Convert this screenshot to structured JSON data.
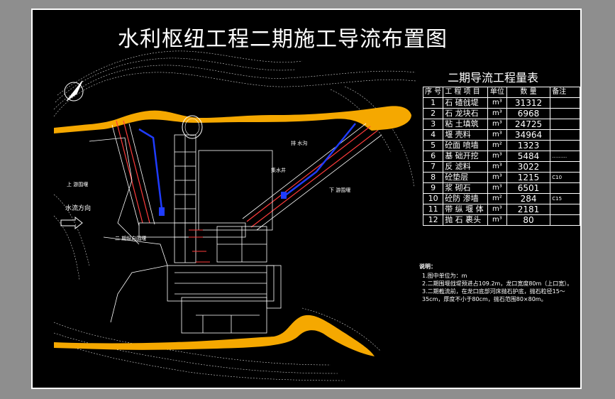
{
  "drawing": {
    "title": "水利枢纽工程二期施工导流布置图"
  },
  "map_labels": {
    "flow_direction": "水流方向",
    "upper_cofferdam": "上 游围堰",
    "lower_cofferdam": "下 游围堰",
    "phase2_cofferdam": "二 期纵向围堰",
    "drainage_ditch": "排 水沟",
    "sump": "集水井"
  },
  "quantity_table": {
    "title": "二期导流工程量表",
    "headers": [
      "序 号",
      "工 程 项 目",
      "单位",
      "数 量",
      "备注"
    ],
    "rows": [
      {
        "no": "1",
        "item": "石 碴戗堤",
        "unit": "m³",
        "value": "31312",
        "remark": ""
      },
      {
        "no": "2",
        "item": "石 龙块石",
        "unit": "m³",
        "value": "6968",
        "remark": ""
      },
      {
        "no": "3",
        "item": "粘 土填筑",
        "unit": "m³",
        "value": "24725",
        "remark": ""
      },
      {
        "no": "4",
        "item": "堰 壳料",
        "unit": "m³",
        "value": "34964",
        "remark": ""
      },
      {
        "no": "5",
        "item": "砼面 喷墙",
        "unit": "m²",
        "value": "1323",
        "remark": ""
      },
      {
        "no": "6",
        "item": "基 础开挖",
        "unit": "m³",
        "value": "5484",
        "remark": "………"
      },
      {
        "no": "7",
        "item": "反 滤料",
        "unit": "m³",
        "value": "3022",
        "remark": ""
      },
      {
        "no": "8",
        "item": "砼垫层",
        "unit": "m³",
        "value": "1215",
        "remark": "C10"
      },
      {
        "no": "9",
        "item": "浆 砌石",
        "unit": "m³",
        "value": "6501",
        "remark": ""
      },
      {
        "no": "10",
        "item": "砼防 渗墙",
        "unit": "m²",
        "value": "284",
        "remark": "C15"
      },
      {
        "no": "11",
        "item": "带 纵 堰 体",
        "unit": "m³",
        "value": "2181",
        "remark": ""
      },
      {
        "no": "12",
        "item": "抛 石 裹头",
        "unit": "m³",
        "value": "80",
        "remark": ""
      }
    ]
  },
  "notes": {
    "heading": "说明：",
    "items": [
      "1.图中单位为：m",
      "2.二期围堰戗堤预进占109.2m，龙口宽度80m（上口宽）。",
      "3.二期截流前，在龙口底部河床抛石护底，抛石粒径15～35cm，厚度不小于80cm，抛石范围80×80m。"
    ]
  },
  "colors": {
    "background": "#000000",
    "frame": "#ffffff",
    "border_gray": "#8e8e8e",
    "roads": "#f5a800",
    "channel": "#1f3cff",
    "cofferdam": "#ff3b3b",
    "text": "#ffffff"
  }
}
